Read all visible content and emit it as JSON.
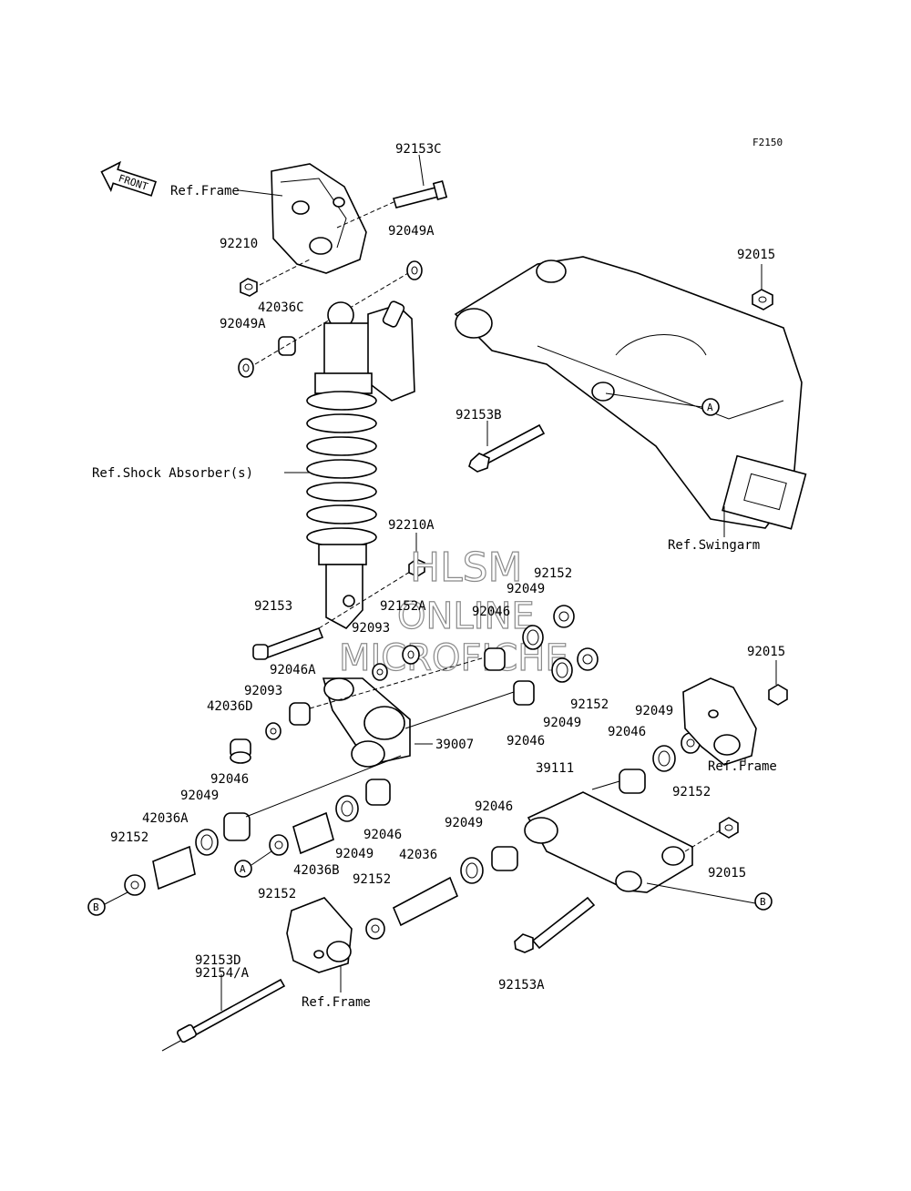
{
  "figure_code": "F2150",
  "front_arrow_label": "FRONT",
  "watermark": {
    "line1": "HLSM",
    "line2": "ONLINE",
    "line3": "MICROFICHE"
  },
  "refs": {
    "frame_top": "Ref.Frame",
    "shock_absorber": "Ref.Shock Absorber(s)",
    "swingarm": "Ref.Swingarm",
    "frame_right": "Ref.Frame",
    "frame_bottom": "Ref.Frame"
  },
  "markers": {
    "a": "A",
    "b": "B"
  },
  "parts": {
    "p92153C": "92153C",
    "p92049A_top": "92049A",
    "p92210": "92210",
    "p42036C": "42036C",
    "p92049A_left": "92049A",
    "p92015_top": "92015",
    "p92153B": "92153B",
    "p92210A": "92210A",
    "p92153": "92153",
    "p92152_a": "92152",
    "p92049_a": "92049",
    "p92152A": "92152A",
    "p92046_a": "92046",
    "p92093_a": "92093",
    "p92046A": "92046A",
    "p92093_b": "92093",
    "p42036D": "42036D",
    "p39007": "39007",
    "p92152_b": "92152",
    "p92049_b": "92049",
    "p92046_b": "92046",
    "p92015_right": "92015",
    "p92049_c": "92049",
    "p92046_c": "92046",
    "p92152_c": "92152",
    "p39111": "39111",
    "p92046_d": "92046",
    "p92049_d": "92049",
    "p42036A": "42036A",
    "p92152_d": "92152",
    "p92046_e": "92046",
    "p42036B": "42036B",
    "p92049_e": "92049",
    "p92152_e": "92152",
    "p92046_f": "92046",
    "p92049_f": "92049",
    "p42036": "42036",
    "p92152_f": "92152",
    "p92015_bottom": "92015",
    "p92153D": "92153D",
    "p92154A": "92154/A",
    "p92153A": "92153A"
  }
}
